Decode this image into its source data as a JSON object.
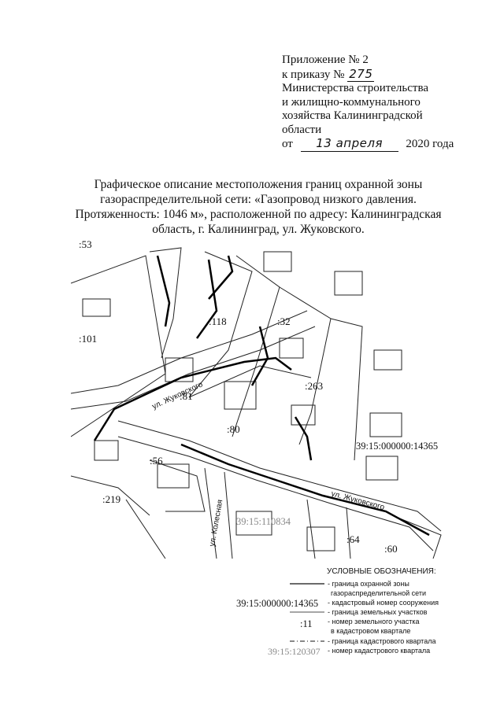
{
  "header": {
    "line1": "Приложение № 2",
    "line2_prefix": "к приказу №",
    "order_number": "275",
    "line3": "Министерства строительства",
    "line4": "и жилищно-коммунального",
    "line5": "хозяйства Калининградской",
    "line6": "области",
    "date_prefix": "от",
    "date_handwritten": "13 апреля",
    "date_suffix": "2020 года"
  },
  "title": {
    "line1": "Графическое описание местоположения границ охранной зоны",
    "line2": "газораспределительной сети: «Газопровод низкого давления.",
    "line3": "Протяженность: 1046 м», расположенной по адресу: Калининградская",
    "line4": "область, г. Калининград, ул. Жуковского."
  },
  "map": {
    "cadastral_structure": "39:15:000000:14365",
    "quarter": "39:15:110834",
    "parcels": [
      ":53",
      ":101",
      ":118",
      ":32",
      ":81",
      ":263",
      ":80",
      ":56",
      ":219",
      ":64",
      ":60"
    ],
    "streets": [
      "ул. Жуковского",
      "ул. Жуковского",
      "ул. Колесная"
    ]
  },
  "legend": {
    "title": "УСЛОВНЫЕ ОБОЗНАЧЕНИЯ:",
    "item1_l1": "- граница охранной зоны",
    "item1_l2": "газораспределительной сети",
    "item2_sample": "39:15:000000:14365",
    "item2_text": "- кадастровый номер сооружения",
    "item3_text": "- граница земельных участков",
    "item4_sample": ":11",
    "item4_l1": "- номер земельного участка",
    "item4_l2": "в кадастровом квартале",
    "item5_text": "- граница кадастрового квартала",
    "item6_sample": "39:15:120307",
    "item6_text": "- номер кадастрового квартала"
  }
}
